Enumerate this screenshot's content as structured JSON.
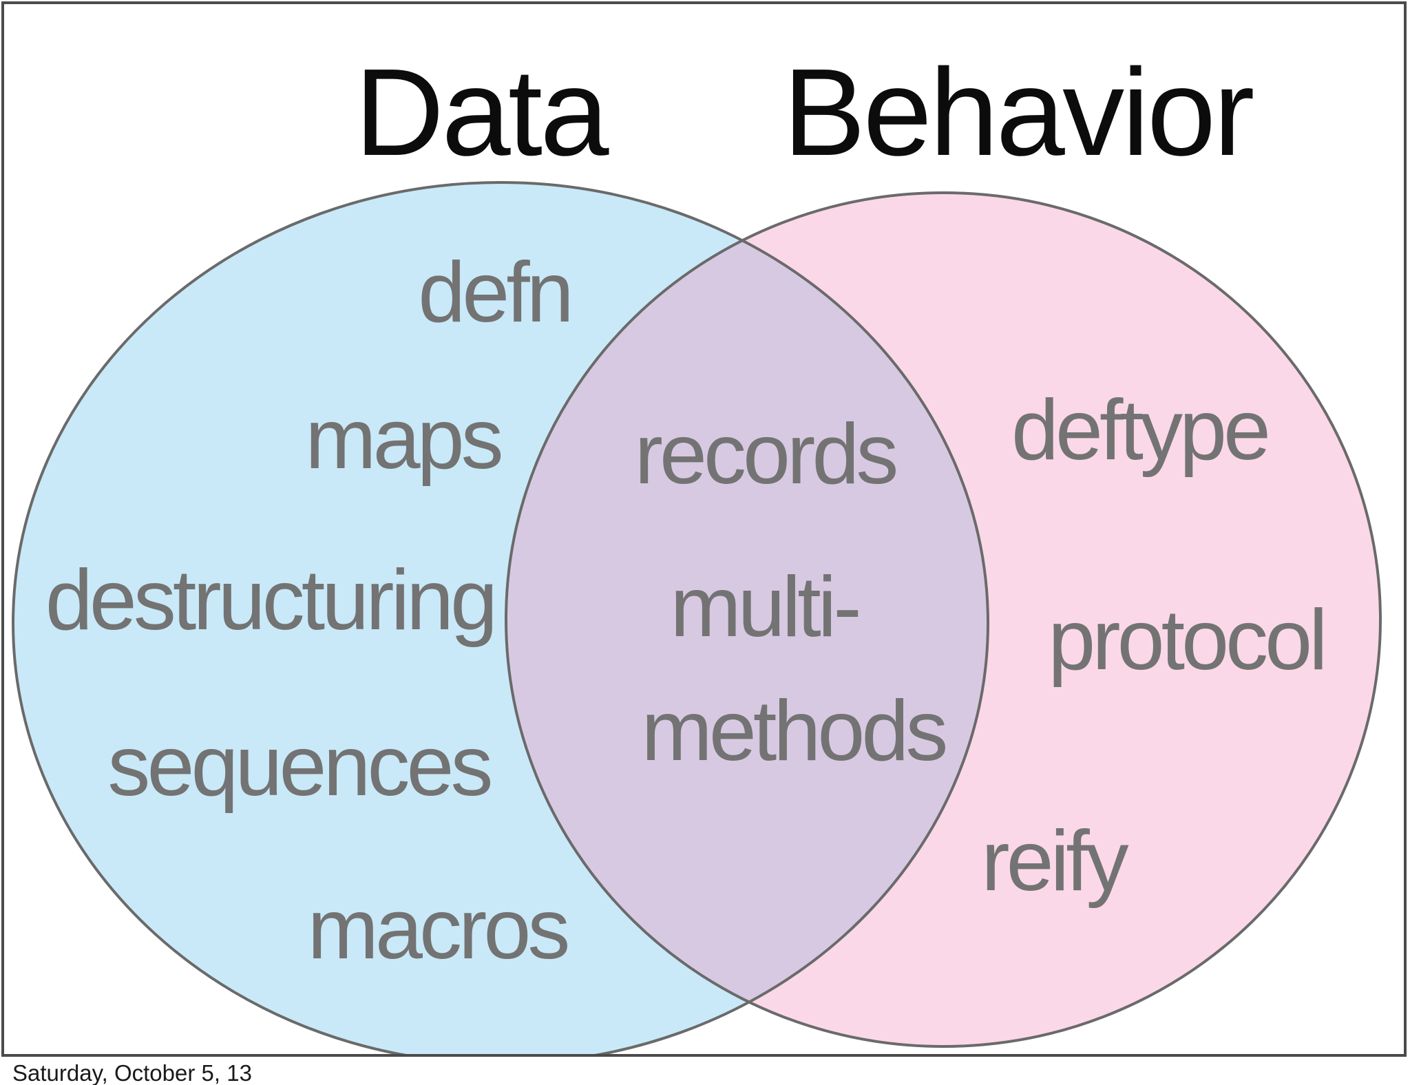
{
  "slide": {
    "titles": {
      "left": "Data",
      "right": "Behavior"
    },
    "venn": {
      "left_set": {
        "label": "Data",
        "items": [
          "defn",
          "maps",
          "destructuring",
          "sequences",
          "macros"
        ]
      },
      "right_set": {
        "label": "Behavior",
        "items": [
          "deftype",
          "protocol",
          "reify"
        ]
      },
      "intersection": {
        "items": [
          "records",
          "multi-methods"
        ]
      }
    },
    "labels": {
      "defn": "defn",
      "maps": "maps",
      "destructuring": "destructuring",
      "sequences": "sequences",
      "macros": "macros",
      "records": "records",
      "multi_line1": "multi-",
      "multi_line2": "methods",
      "deftype": "deftype",
      "protocol": "protocol",
      "reify": "reify"
    },
    "colors": {
      "left_fill": "#c9e9f8",
      "right_fill": "#fbd8e7",
      "overlap_fill": "#d8c9e2",
      "circle_stroke": "#6a6a6a",
      "border_stroke": "#4b4b4b",
      "title_color": "#0c0c0c",
      "item_color": "#737373"
    }
  },
  "footer": {
    "date_text": "Saturday, October 5, 13"
  }
}
